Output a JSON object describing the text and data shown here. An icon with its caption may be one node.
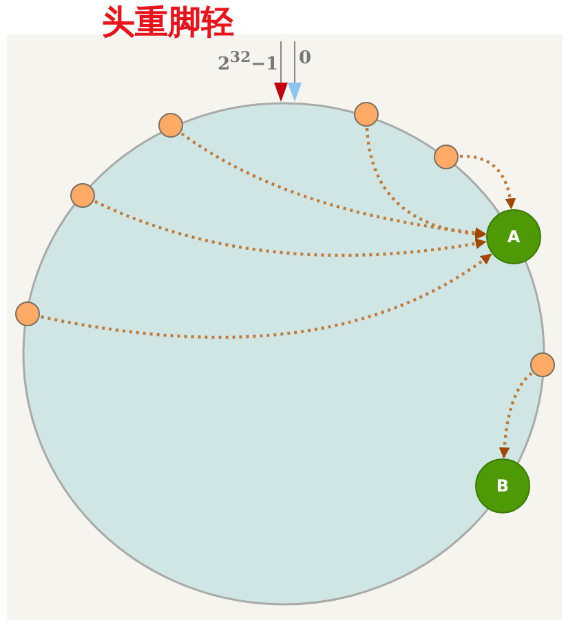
{
  "diagram": {
    "title": "头重脚轻",
    "nodes": [
      {
        "text": [
          "A"
        ]
      },
      {
        "text": [
          "B"
        ]
      },
      {
        "text": [],
        "shape": "circle"
      },
      {
        "text": [],
        "shape": "circle"
      },
      {
        "text": [],
        "shape": "circle"
      },
      {
        "text": [],
        "shape": "circle"
      },
      {
        "text": [],
        "shape": "circle"
      },
      {
        "text": [],
        "shape": "circle"
      }
    ],
    "edges": [
      {
        "from": 2,
        "to": 0,
        "arrow": "to"
      },
      {
        "from": 3,
        "to": 0,
        "arrow": "to"
      },
      {
        "from": 4,
        "to": 0,
        "arrow": "to"
      },
      {
        "from": 5,
        "to": 0,
        "arrow": "to"
      },
      {
        "from": 6,
        "to": 0,
        "arrow": "to"
      },
      {
        "from": 7,
        "to": 1,
        "arrow": "to"
      }
    ],
    "labels": [
      "2$^{32}$−1",
      "0"
    ]
  }
}
